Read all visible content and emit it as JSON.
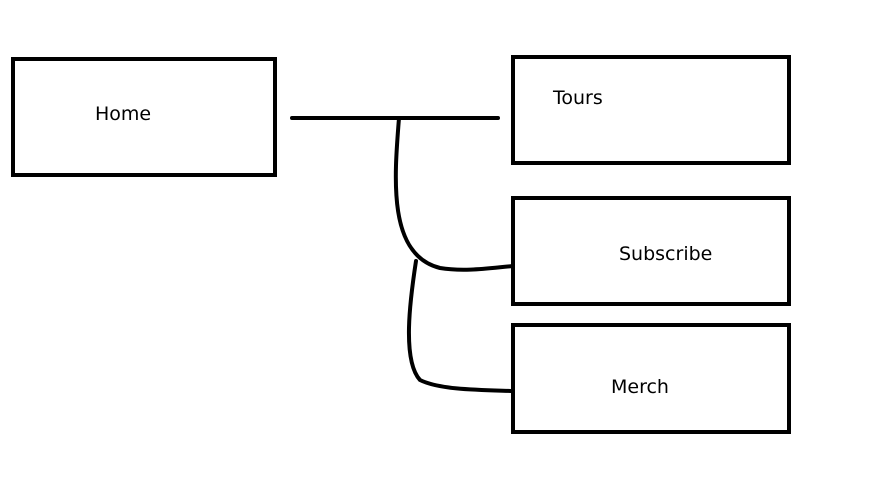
{
  "nodes": {
    "home": "Home",
    "tours": "Tours",
    "subscribe": "Subscribe",
    "merch": "Merch"
  },
  "edges": [
    {
      "from": "home",
      "to": "tours"
    },
    {
      "from": "home",
      "to": "subscribe"
    },
    {
      "from": "home",
      "to": "merch"
    }
  ],
  "colors": {
    "stroke": "#000000",
    "background": "#ffffff"
  }
}
